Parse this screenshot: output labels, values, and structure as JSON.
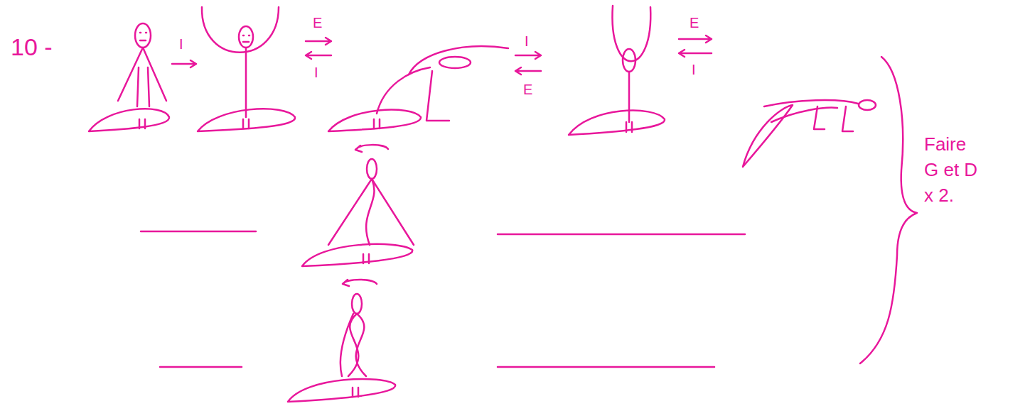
{
  "diagram": {
    "labels": [
      "10 -",
      "I",
      "E",
      "I",
      "I",
      "E",
      "E",
      "I",
      "Faire G et D x 2."
    ]
  }
}
